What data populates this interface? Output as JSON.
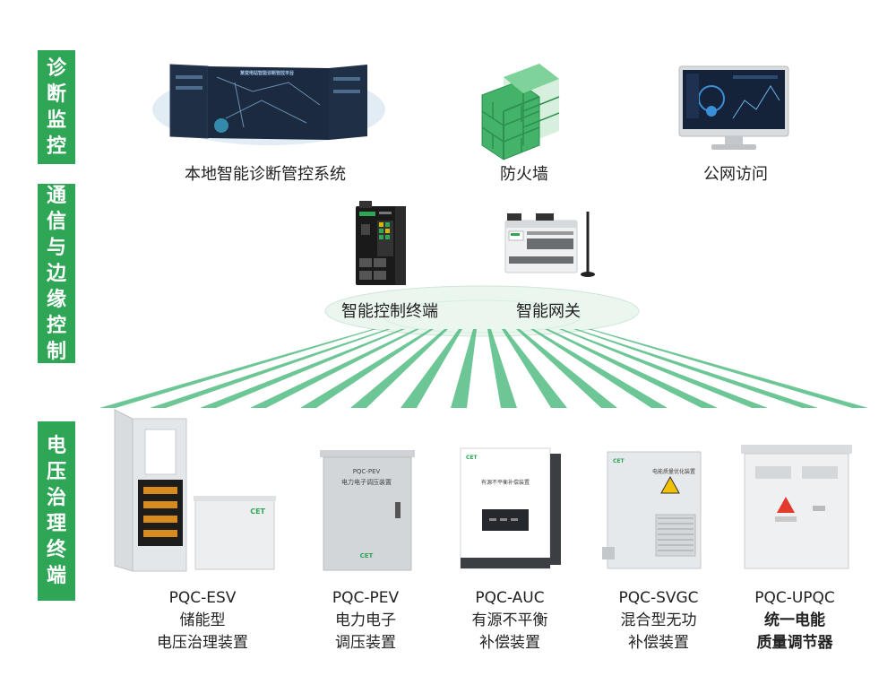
{
  "side_labels": {
    "diagnosis": [
      "诊",
      "断",
      "监",
      "控"
    ],
    "comms": [
      "通",
      "信",
      "与",
      "边",
      "缘",
      "控",
      "制"
    ],
    "terminals": [
      "电",
      "压",
      "治",
      "理",
      "终",
      "端"
    ]
  },
  "top_row": {
    "local_system": "本地智能诊断管控系统",
    "firewall": "防火墙",
    "public_access": "公网访问"
  },
  "edge_row": {
    "controller": "智能控制终端",
    "gateway": "智能网关"
  },
  "device_text": {
    "cet": "CET",
    "pev_plate_1": "PQC-PEV",
    "pev_plate_2": "电力电子调压装置",
    "auc_plate": "有源不平衡补偿装置",
    "svgc_plate": "电能质量优化装置",
    "screen_title": "某变电站智能诊断管控平台"
  },
  "products": [
    {
      "model": "PQC-ESV",
      "line1": "储能型",
      "line2": "电压治理装置"
    },
    {
      "model": "PQC-PEV",
      "line1": "电力电子",
      "line2": "调压装置"
    },
    {
      "model": "PQC-AUC",
      "line1": "有源不平衡",
      "line2": "补偿装置"
    },
    {
      "model": "PQC-SVGC",
      "line1": "混合型无功",
      "line2": "补偿装置"
    },
    {
      "model": "PQC-UPQC",
      "line1": "统一电能",
      "line2": "质量调节器"
    }
  ],
  "colors": {
    "accent": "#2fa556",
    "beam": "#3cb371",
    "cabinet": "#e9ecee"
  }
}
